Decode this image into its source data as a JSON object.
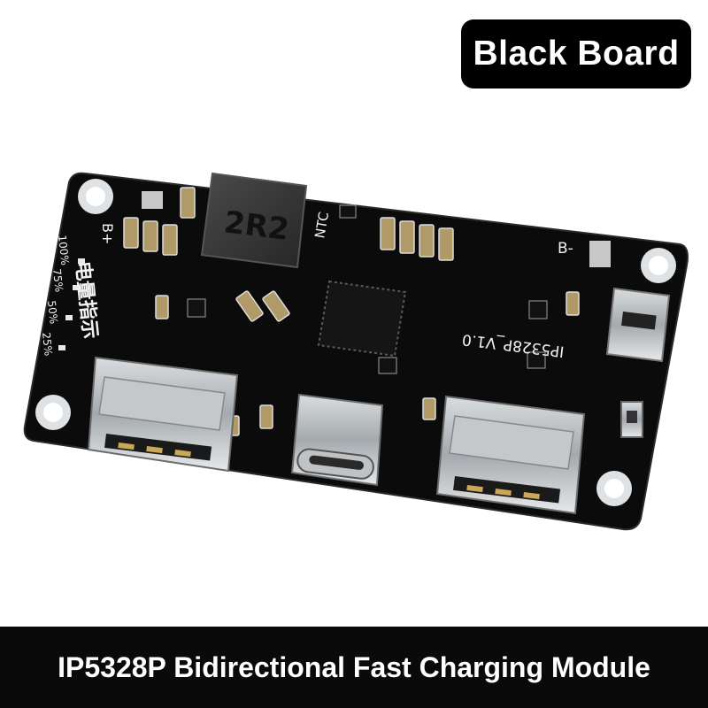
{
  "badge": {
    "label": "Black Board"
  },
  "footer": {
    "title": "IP5328P Bidirectional Fast Charging Module"
  },
  "board": {
    "inductor_marking": "2R2",
    "chip_label": "IP5328P_V1.0",
    "ntc_label": "NTC",
    "b_plus_label": "B+",
    "b_minus_label": "B-",
    "indicator_cn": "电量指示",
    "level_100": "100%",
    "level_75": "75%",
    "level_50": "50%",
    "level_25": "25%"
  },
  "colors": {
    "board": "#0b0b0c",
    "silkscreen": "#f2f2f2",
    "gold_pad": "#c9b98a",
    "badge_bg": "#000000",
    "footer_bg": "#0a0a0a"
  }
}
